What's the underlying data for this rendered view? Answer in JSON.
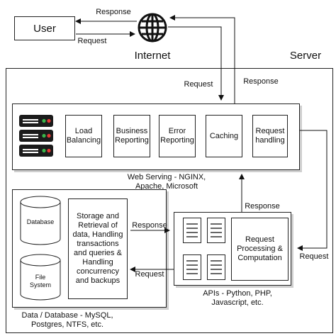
{
  "user": {
    "label": "User"
  },
  "internet": {
    "label": "Internet",
    "icon": "globe-icon"
  },
  "server": {
    "label": "Server"
  },
  "arrows": {
    "user_response": "Response",
    "user_request": "Request",
    "web_request": "Request",
    "web_response": "Response",
    "api_response": "Response",
    "right_request": "Request",
    "db_response": "Response",
    "db_request": "Request"
  },
  "web_serving": {
    "icon": "server-rack-icon",
    "modules": [
      "Load\nBalancing",
      "Business\nReporting",
      "Error\nReporting",
      "Caching",
      "Request\nhandling"
    ],
    "caption": "Web Serving - NGINX,\nApache, Microsoft"
  },
  "database": {
    "cylinders": [
      "Database",
      "File\nSystem"
    ],
    "description": "Storage and\nRetrieval of\ndata, Handling\ntransactions\nand queries &\nHandling\nconcurrency\nand backups",
    "caption": "Data / Database - MySQL,\nPostgres, NTFS, etc."
  },
  "apis": {
    "processing": "Request\nProcessing &\nComputation",
    "caption": "APIs - Python, PHP,\nJavascript, etc."
  }
}
